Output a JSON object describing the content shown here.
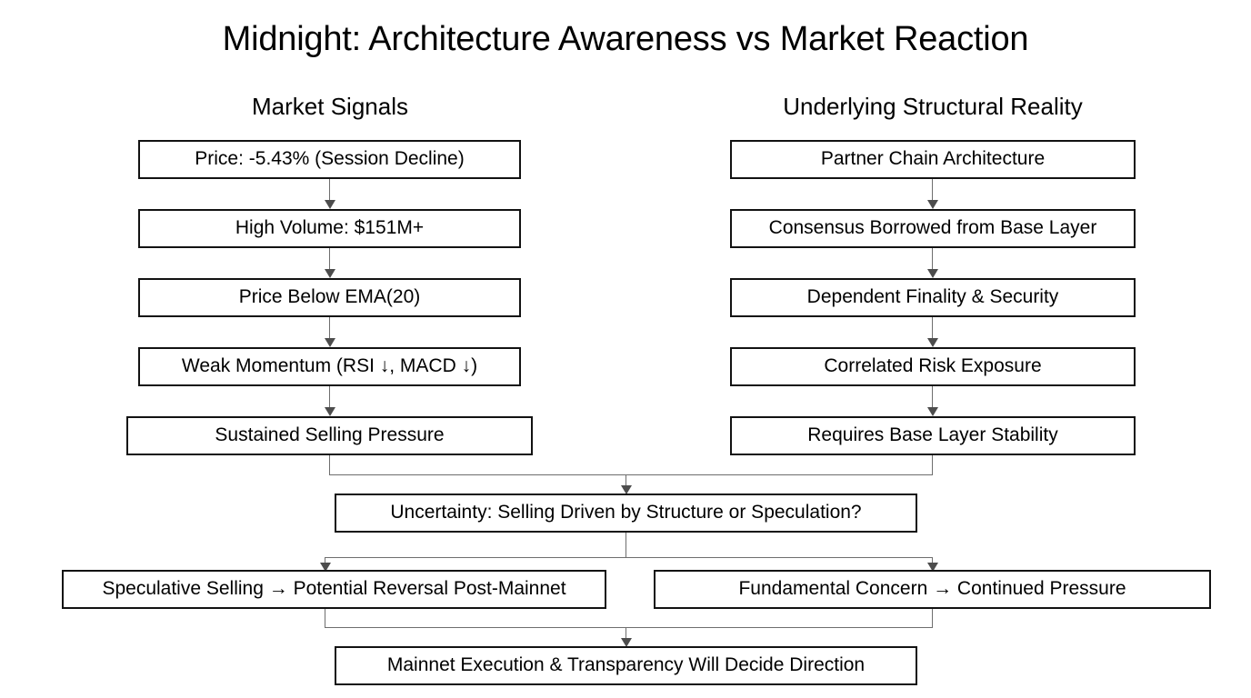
{
  "diagram": {
    "title": "Midnight: Architecture Awareness vs Market Reaction",
    "columns": {
      "left_header": "Market Signals",
      "right_header": "Underlying Structural Reality"
    },
    "left_chain": [
      {
        "label": "Price: -5.43% (Session Decline)"
      },
      {
        "label": "High Volume: $151M+"
      },
      {
        "label": "Price Below EMA(20)"
      },
      {
        "label": "Weak Momentum (RSI ↓, MACD ↓)"
      },
      {
        "label": "Sustained Selling Pressure"
      }
    ],
    "right_chain": [
      {
        "label": "Partner Chain Architecture"
      },
      {
        "label": "Consensus Borrowed from Base Layer"
      },
      {
        "label": "Dependent Finality & Security"
      },
      {
        "label": "Correlated Risk Exposure"
      },
      {
        "label": "Requires Base Layer Stability"
      }
    ],
    "convergence": {
      "label": "Uncertainty: Selling Driven by Structure or Speculation?"
    },
    "branches": [
      {
        "label": "Speculative Selling → Potential Reversal Post-Mainnet"
      },
      {
        "label": "Fundamental Concern → Continued Pressure"
      }
    ],
    "conclusion": {
      "label": "Mainnet Execution & Transparency Will Decide Direction"
    },
    "metrics": {
      "price_change_pct": "-5.43%",
      "volume": "$151M+",
      "ema_period": "EMA(20)",
      "rsi_trend": "↓",
      "macd_trend": "↓"
    },
    "style": {
      "background": "#ffffff",
      "node_border": "#121212",
      "node_fill": "#ffffff",
      "text": "#000000",
      "connector": "#6e6e6e"
    }
  }
}
